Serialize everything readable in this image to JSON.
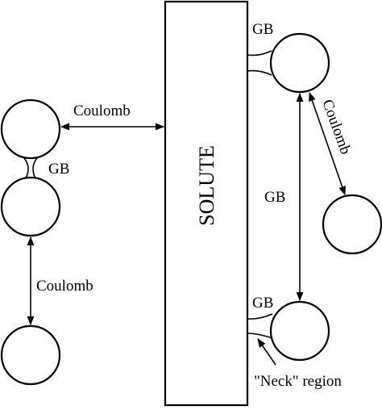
{
  "labels": {
    "solute": "SOLUTE",
    "coulomb_left_top": "Coulomb",
    "coulomb_left_bottom": "Coulomb",
    "coulomb_right": "Coulomb",
    "gb_left": "GB",
    "gb_right_top": "GB",
    "gb_right_middle": "GB",
    "gb_right_bottom": "GB",
    "neck_region": "\"Neck\" region"
  }
}
